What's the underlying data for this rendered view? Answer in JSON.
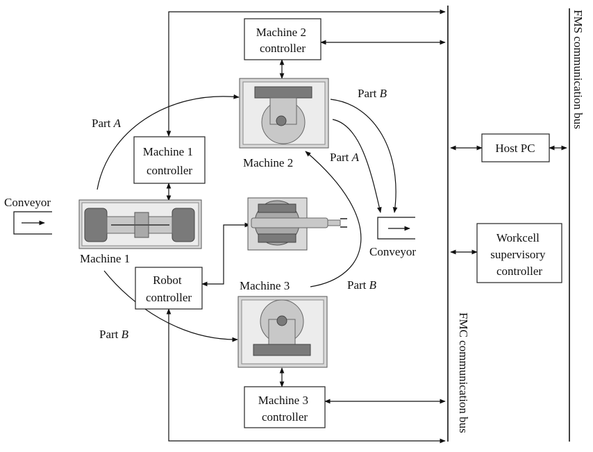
{
  "boxes": {
    "machine2_controller": [
      "Machine 2",
      "controller"
    ],
    "machine1_controller": [
      "Machine 1",
      "controller"
    ],
    "robot_controller": [
      "Robot",
      "controller"
    ],
    "machine3_controller": [
      "Machine 3",
      "controller"
    ],
    "host_pc": "Host PC",
    "workcell_controller": [
      "Workcell",
      "supervisory",
      "controller"
    ]
  },
  "labels": {
    "conveyor_in": "Conveyor",
    "conveyor_out": "Conveyor",
    "machine1": "Machine 1",
    "machine2": "Machine 2",
    "machine3": "Machine 3",
    "part_prefix": "Part",
    "part_a": "A",
    "part_b": "B"
  },
  "buses": {
    "fmc": "FMC communication bus",
    "fms": "FMS communication bus"
  }
}
